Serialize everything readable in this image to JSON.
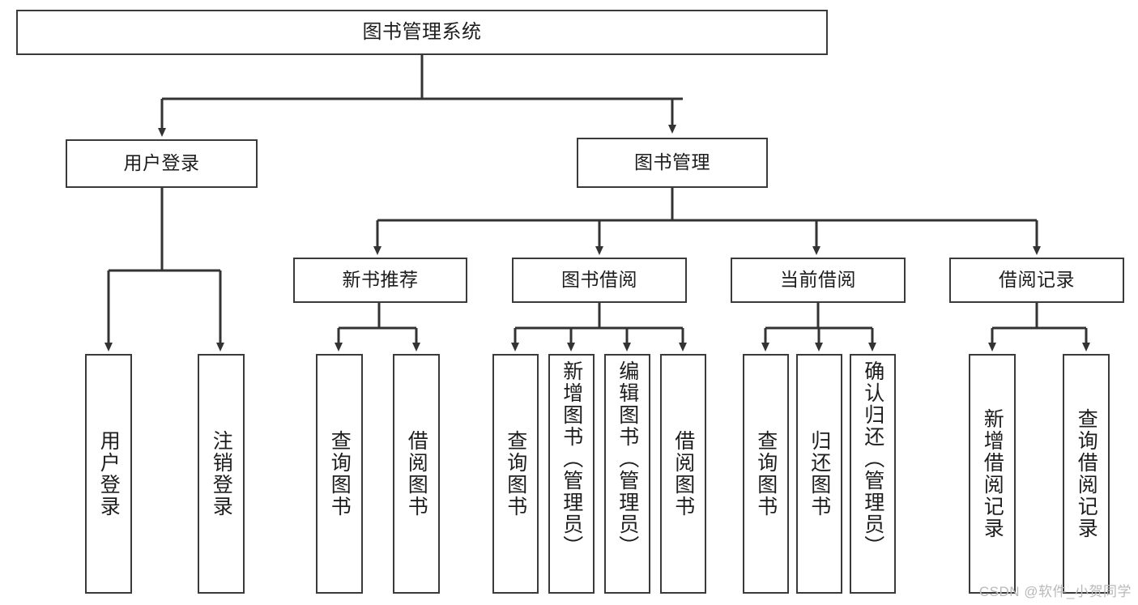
{
  "diagram": {
    "title": "图书管理系统",
    "type": "tree",
    "watermark": "CSDN @软件_小贺同学",
    "colors": {
      "border": "#3a3a3a",
      "background": "#ffffff",
      "text": "#1d1d1d",
      "edge": "#333333",
      "watermark": "#b9b9b9"
    },
    "root": {
      "label": "图书管理系统"
    },
    "level1": [
      {
        "label": "用户登录"
      },
      {
        "label": "图书管理"
      }
    ],
    "level2": [
      {
        "label": "新书推荐"
      },
      {
        "label": "图书借阅"
      },
      {
        "label": "当前借阅"
      },
      {
        "label": "借阅记录"
      }
    ],
    "leaves": {
      "user_login": [
        {
          "label": "用户登录"
        },
        {
          "label": "注销登录"
        }
      ],
      "new_book": [
        {
          "label": "查询图书"
        },
        {
          "label": "借阅图书"
        }
      ],
      "book_borrow": [
        {
          "label": "查询图书"
        },
        {
          "label": "新增图书（管理员）"
        },
        {
          "label": "编辑图书（管理员）"
        },
        {
          "label": "借阅图书"
        }
      ],
      "current_borrow": [
        {
          "label": "查询图书"
        },
        {
          "label": "归还图书"
        },
        {
          "label": "确认归还（管理员）"
        }
      ],
      "borrow_record": [
        {
          "label": "新增借阅记录"
        },
        {
          "label": "查询借阅记录"
        }
      ]
    }
  }
}
